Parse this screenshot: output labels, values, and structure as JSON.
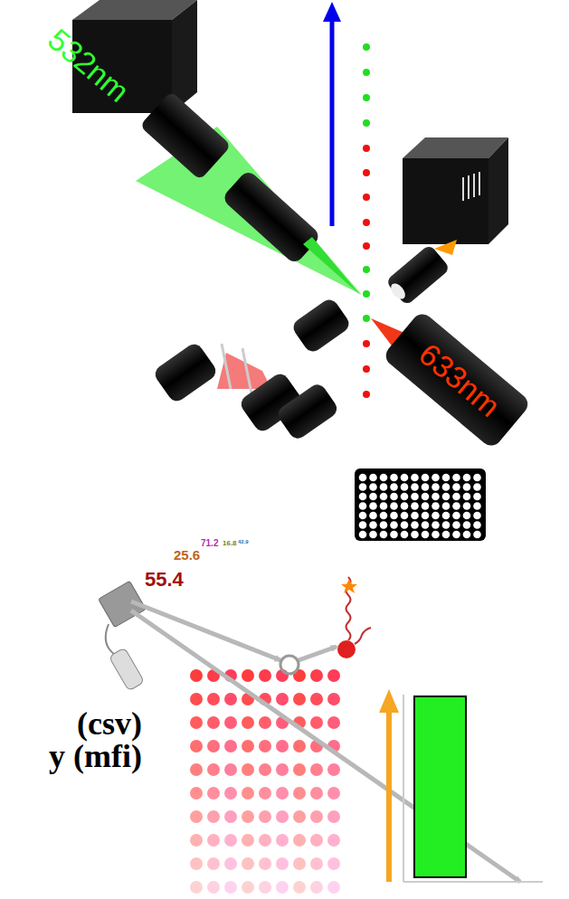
{
  "diagram": {
    "labels": [
      "532nm",
      "633nm",
      "55.4",
      "25.6",
      "71.2",
      "16.8",
      "42.9",
      "(csv)",
      "y (mfi)"
    ]
  }
}
